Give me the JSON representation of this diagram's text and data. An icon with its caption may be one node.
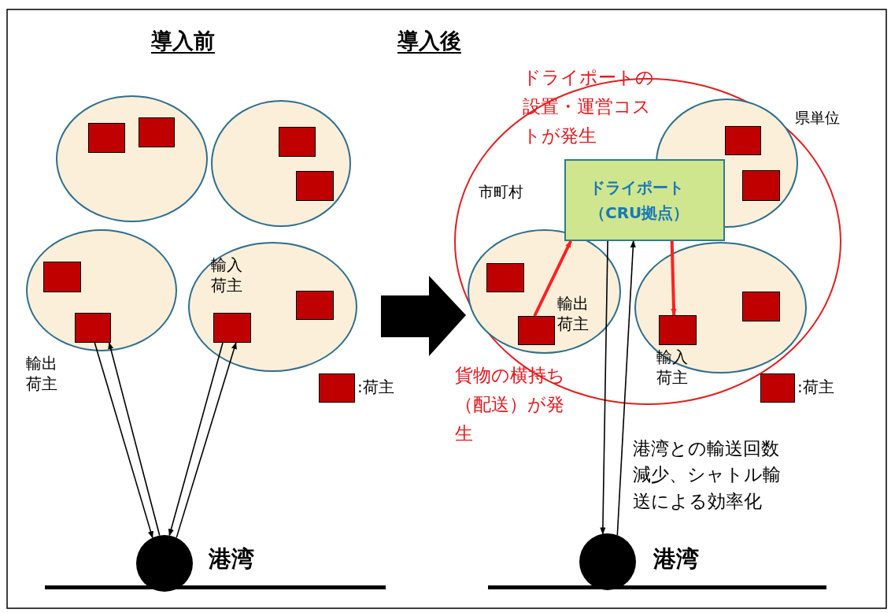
{
  "diagram": {
    "nodes": [
      {
        "text": [],
        "shape": "ellipse"
      },
      {
        "text": [],
        "shape": "box",
        "in": 0
      },
      {
        "text": [],
        "shape": "box",
        "in": 0
      },
      {
        "text": [],
        "shape": "ellipse"
      },
      {
        "text": [],
        "shape": "box",
        "in": 3
      },
      {
        "text": [],
        "shape": "box",
        "in": 3
      },
      {
        "text": [],
        "shape": "ellipse"
      },
      {
        "text": [],
        "shape": "box",
        "in": 6
      },
      {
        "text": [],
        "shape": "box",
        "in": 6,
        "beside": [
          "輸出荷主"
        ]
      },
      {
        "text": [],
        "shape": "ellipse"
      },
      {
        "text": [],
        "shape": "box",
        "in": 9,
        "beside": [
          "輸入荷主"
        ]
      },
      {
        "text": [],
        "shape": "box",
        "in": 9
      },
      {
        "text": [],
        "shape": "circle",
        "beside": [
          "港湾"
        ]
      },
      {
        "text": [],
        "shape": "circle"
      },
      {
        "text": [],
        "shape": "ellipse",
        "in": 13
      },
      {
        "text": [],
        "shape": "box",
        "in": 14
      },
      {
        "text": [],
        "shape": "box",
        "in": 14,
        "beside": [
          "輸出荷主"
        ]
      },
      {
        "text": [],
        "shape": "ellipse",
        "in": 13
      },
      {
        "text": [],
        "shape": "box",
        "in": 17
      },
      {
        "text": [],
        "shape": "box",
        "in": 17
      },
      {
        "text": [
          "ドライポート（CRU拠点）"
        ],
        "in": 13
      },
      {
        "text": [],
        "shape": "ellipse",
        "in": 13
      },
      {
        "text": [],
        "shape": "box",
        "in": 21,
        "beside": [
          "輸入荷主"
        ]
      },
      {
        "text": [],
        "shape": "box",
        "in": 21
      },
      {
        "text": [],
        "shape": "circle",
        "beside": [
          "港湾"
        ]
      }
    ],
    "edges": [
      {
        "from": 8,
        "to": 12,
        "arrow": "to"
      },
      {
        "from": 12,
        "to": 8,
        "arrow": "to"
      },
      {
        "from": 10,
        "to": 12,
        "arrow": "to"
      },
      {
        "from": 12,
        "to": 10,
        "arrow": "to"
      },
      {
        "from": 16,
        "to": 20,
        "arrow": "to",
        "style": "thick",
        "color": "#ff2020"
      },
      {
        "from": 20,
        "to": 22,
        "arrow": "to",
        "style": "thick",
        "color": "#ff2020"
      },
      {
        "from": 20,
        "to": 24,
        "arrow": "to"
      },
      {
        "from": 24,
        "to": 20,
        "arrow": "to"
      }
    ],
    "labels": [
      "導入前",
      "導入後",
      "ドライポートの設置・運営コストが発生",
      "県単位",
      "市町村",
      "貨物の横持ち（配送）が発生",
      "港湾との輸送回数減少、シャトル輸送による効率化"
    ],
    "legend": [
      {
        "text": ":荷主",
        "color": "#c00000"
      },
      {
        "text": ":荷主",
        "color": "#c00000"
      }
    ]
  }
}
